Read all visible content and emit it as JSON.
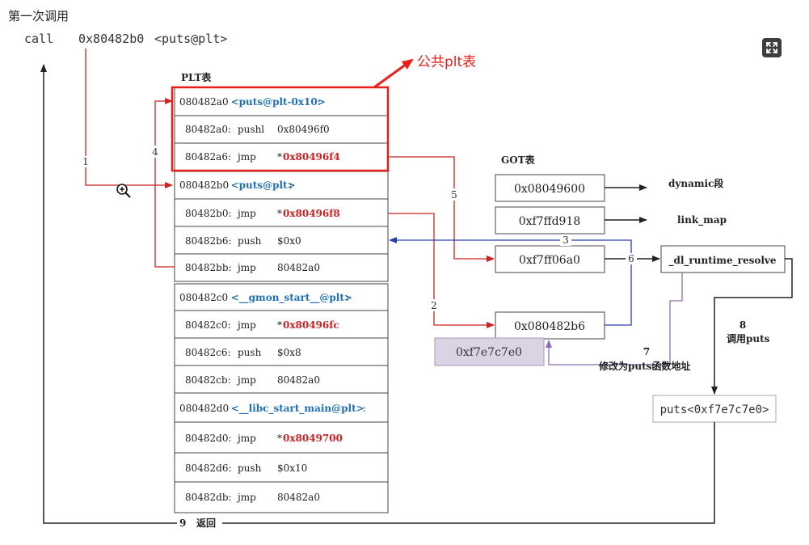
{
  "heading": "第一次调用",
  "call_line": {
    "op": "call",
    "addr": "0x80482b0",
    "target": "<puts@plt>"
  },
  "plt_title": "PLT表",
  "public_plt_label": "公共plt表",
  "got_title": "GOT表",
  "plt_rows": [
    {
      "addr": "080482a0",
      "sym": "<puts@plt-0x10>",
      "tail": ":"
    },
    {
      "addr": "80482a0:",
      "op": "pushl",
      "arg": "0x80496f0"
    },
    {
      "addr": "80482a6:",
      "op": "jmp",
      "star": "*",
      "arg": "0x80496f4"
    },
    {
      "addr": "080482b0",
      "sym": "<puts@plt>",
      "tail": ":"
    },
    {
      "addr": "80482b0:",
      "op": "jmp",
      "star": "*",
      "arg": "0x80496f8"
    },
    {
      "addr": "80482b6:",
      "op": "push",
      "arg": "$0x0"
    },
    {
      "addr": "80482bb:",
      "op": "jmp",
      "arg": "80482a0"
    },
    {
      "addr": "080482c0",
      "sym": "<__gmon_start__@plt>",
      "tail": ":"
    },
    {
      "addr": "80482c0:",
      "op": "jmp",
      "star": "*",
      "arg": "0x80496fc"
    },
    {
      "addr": "80482c6:",
      "op": "push",
      "arg": "$0x8"
    },
    {
      "addr": "80482cb:",
      "op": "jmp",
      "arg": "80482a0"
    },
    {
      "addr": "080482d0",
      "sym": "<__libc_start_main@plt>",
      "tail": ":"
    },
    {
      "addr": "80482d0:",
      "op": "jmp",
      "star": "*",
      "arg": "0x8049700"
    },
    {
      "addr": "80482d6:",
      "op": "push",
      "arg": "$0x10"
    },
    {
      "addr": "80482db:",
      "op": "jmp",
      "arg": "80482a0"
    }
  ],
  "got_cells": [
    "0x08049600",
    "0xf7ffd918",
    "0xf7ff06a0",
    "0x080482b6"
  ],
  "got_labels": [
    "dynamic段",
    "link_map"
  ],
  "resolve_box": "_dl_runtime_resolve",
  "resolved_addr": "0xf7e7c7e0",
  "puts_box": "puts<0xf7e7c7e0>",
  "step_labels": {
    "s1": "1",
    "s2": "2",
    "s3": "3",
    "s4": "4",
    "s5": "5",
    "s6": "6",
    "s7": "7",
    "s7_text": "修改为puts函数地址",
    "s8": "8",
    "s8_text": "调用puts",
    "s9": "9",
    "s9_text": "返回"
  },
  "colors": {
    "red": "#cc2222",
    "bright_red": "#e8201a",
    "blue_sym": "#1e6fb5",
    "blue_line": "#2b3fb0",
    "purple": "#8f6bb3",
    "purple_fill": "#d9d3e3",
    "dark": "#222222"
  },
  "icons": [
    "expand-icon",
    "zoom-cursor-icon"
  ]
}
